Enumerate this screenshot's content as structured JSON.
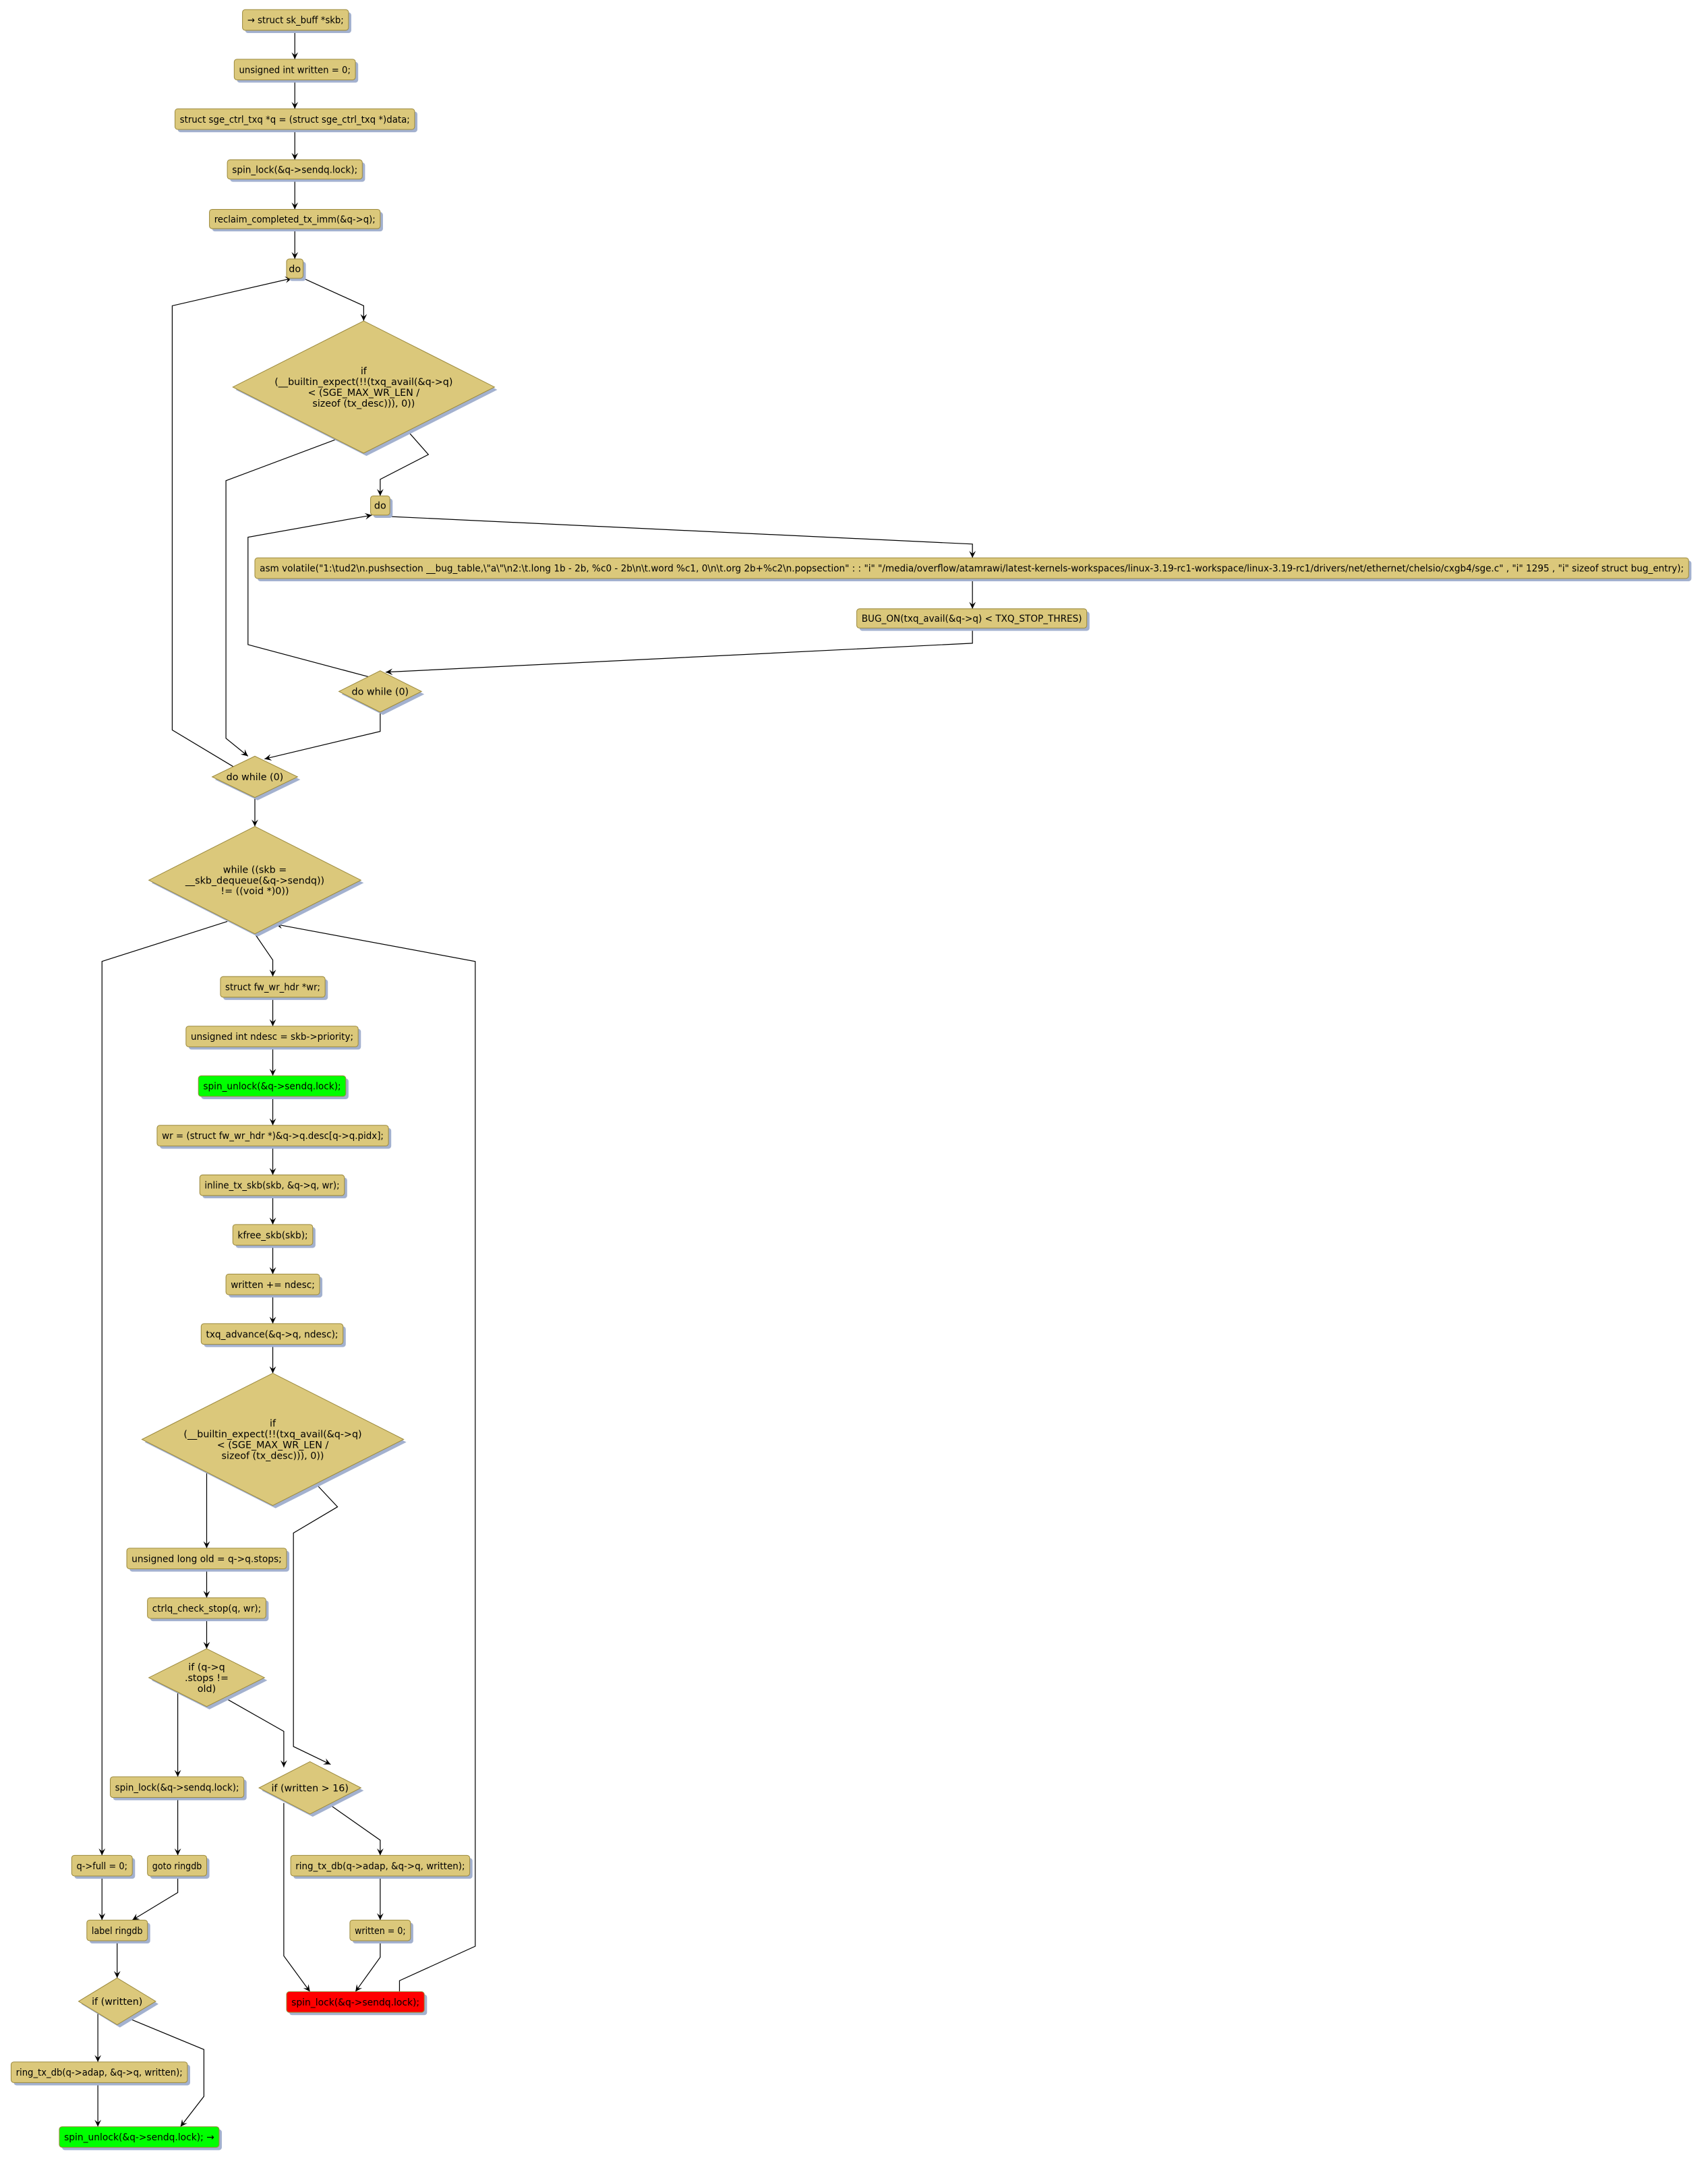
{
  "colors": {
    "node": "#dbc87b",
    "entry_exit": "#00ff00",
    "highlight": "#ff0000",
    "border": "#9c8a3e",
    "shadow": "#a3b1cf"
  },
  "nodes": {
    "n0": {
      "lines": [
        "→ struct sk_buff *skb;"
      ]
    },
    "n1": {
      "lines": [
        "unsigned int written = 0;"
      ]
    },
    "n2": {
      "lines": [
        "struct sge_ctrl_txq *q = (struct sge_ctrl_txq *)data;"
      ]
    },
    "n3": {
      "lines": [
        "spin_lock(&q->sendq.lock);"
      ]
    },
    "n4": {
      "lines": [
        "reclaim_completed_tx_imm(&q->q);"
      ]
    },
    "n5": {
      "lines": [
        "do"
      ]
    },
    "d1": {
      "lines": [
        "if",
        "(__builtin_expect(!!(txq_avail(&q->q)",
        "< (SGE_MAX_WR_LEN /",
        "sizeof (tx_desc))), 0))"
      ]
    },
    "n6": {
      "lines": [
        "do"
      ]
    },
    "n7": {
      "lines": [
        "asm volatile(\"1:\\tud2\\n.pushsection __bug_table,\\\"a\\\"\\n2:\\t.long 1b - 2b, %c0 - 2b\\n\\t.word %c1, 0\\n\\t.org 2b+%c2\\n.popsection\" : : \"i\" \"/media/overflow/atamrawi/latest-kernels-workspaces/linux-3.19-rc1-workspace/linux-3.19-rc1/drivers/net/ethernet/chelsio/cxgb4/sge.c\" , \"i\" 1295 , \"i\" sizeof struct bug_entry);"
      ]
    },
    "n8": {
      "lines": [
        "BUG_ON(txq_avail(&q->q) < TXQ_STOP_THRES)"
      ]
    },
    "d2": {
      "lines": [
        "do while (0)"
      ]
    },
    "d3": {
      "lines": [
        "do while (0)"
      ]
    },
    "d4": {
      "lines": [
        "while ((skb =",
        "__skb_dequeue(&q->sendq))",
        "!= ((void *)0))"
      ]
    },
    "n9": {
      "lines": [
        "struct fw_wr_hdr *wr;"
      ]
    },
    "n10": {
      "lines": [
        "unsigned int ndesc = skb->priority;"
      ]
    },
    "n11": {
      "lines": [
        "spin_unlock(&q->sendq.lock);"
      ]
    },
    "n12": {
      "lines": [
        "wr = (struct fw_wr_hdr *)&q->q.desc[q->q.pidx];"
      ]
    },
    "n13": {
      "lines": [
        "inline_tx_skb(skb, &q->q, wr);"
      ]
    },
    "n14": {
      "lines": [
        "kfree_skb(skb);"
      ]
    },
    "n15": {
      "lines": [
        "written += ndesc;"
      ]
    },
    "n16": {
      "lines": [
        "txq_advance(&q->q, ndesc);"
      ]
    },
    "d5": {
      "lines": [
        "if",
        "(__builtin_expect(!!(txq_avail(&q->q)",
        "< (SGE_MAX_WR_LEN /",
        "sizeof (tx_desc))), 0))"
      ]
    },
    "n17": {
      "lines": [
        "unsigned long old = q->q.stops;"
      ]
    },
    "n18": {
      "lines": [
        "ctrlq_check_stop(q, wr);"
      ]
    },
    "d6": {
      "lines": [
        "if (q->q",
        ".stops !=",
        "old)"
      ]
    },
    "n19": {
      "lines": [
        "spin_lock(&q->sendq.lock);"
      ]
    },
    "d7": {
      "lines": [
        "if (written > 16)"
      ]
    },
    "n20": {
      "lines": [
        "q->full = 0;"
      ]
    },
    "n21": {
      "lines": [
        "goto ringdb"
      ]
    },
    "n22": {
      "lines": [
        "ring_tx_db(q->adap, &q->q, written);"
      ]
    },
    "n23": {
      "lines": [
        "label ringdb"
      ]
    },
    "n24": {
      "lines": [
        "written = 0;"
      ]
    },
    "d8": {
      "lines": [
        "if (written)"
      ]
    },
    "n25": {
      "lines": [
        "spin_lock(&q->sendq.lock);"
      ]
    },
    "n26": {
      "lines": [
        "ring_tx_db(q->adap, &q->q, written);"
      ]
    },
    "n27": {
      "lines": [
        "spin_unlock(&q->sendq.lock); →"
      ]
    }
  }
}
